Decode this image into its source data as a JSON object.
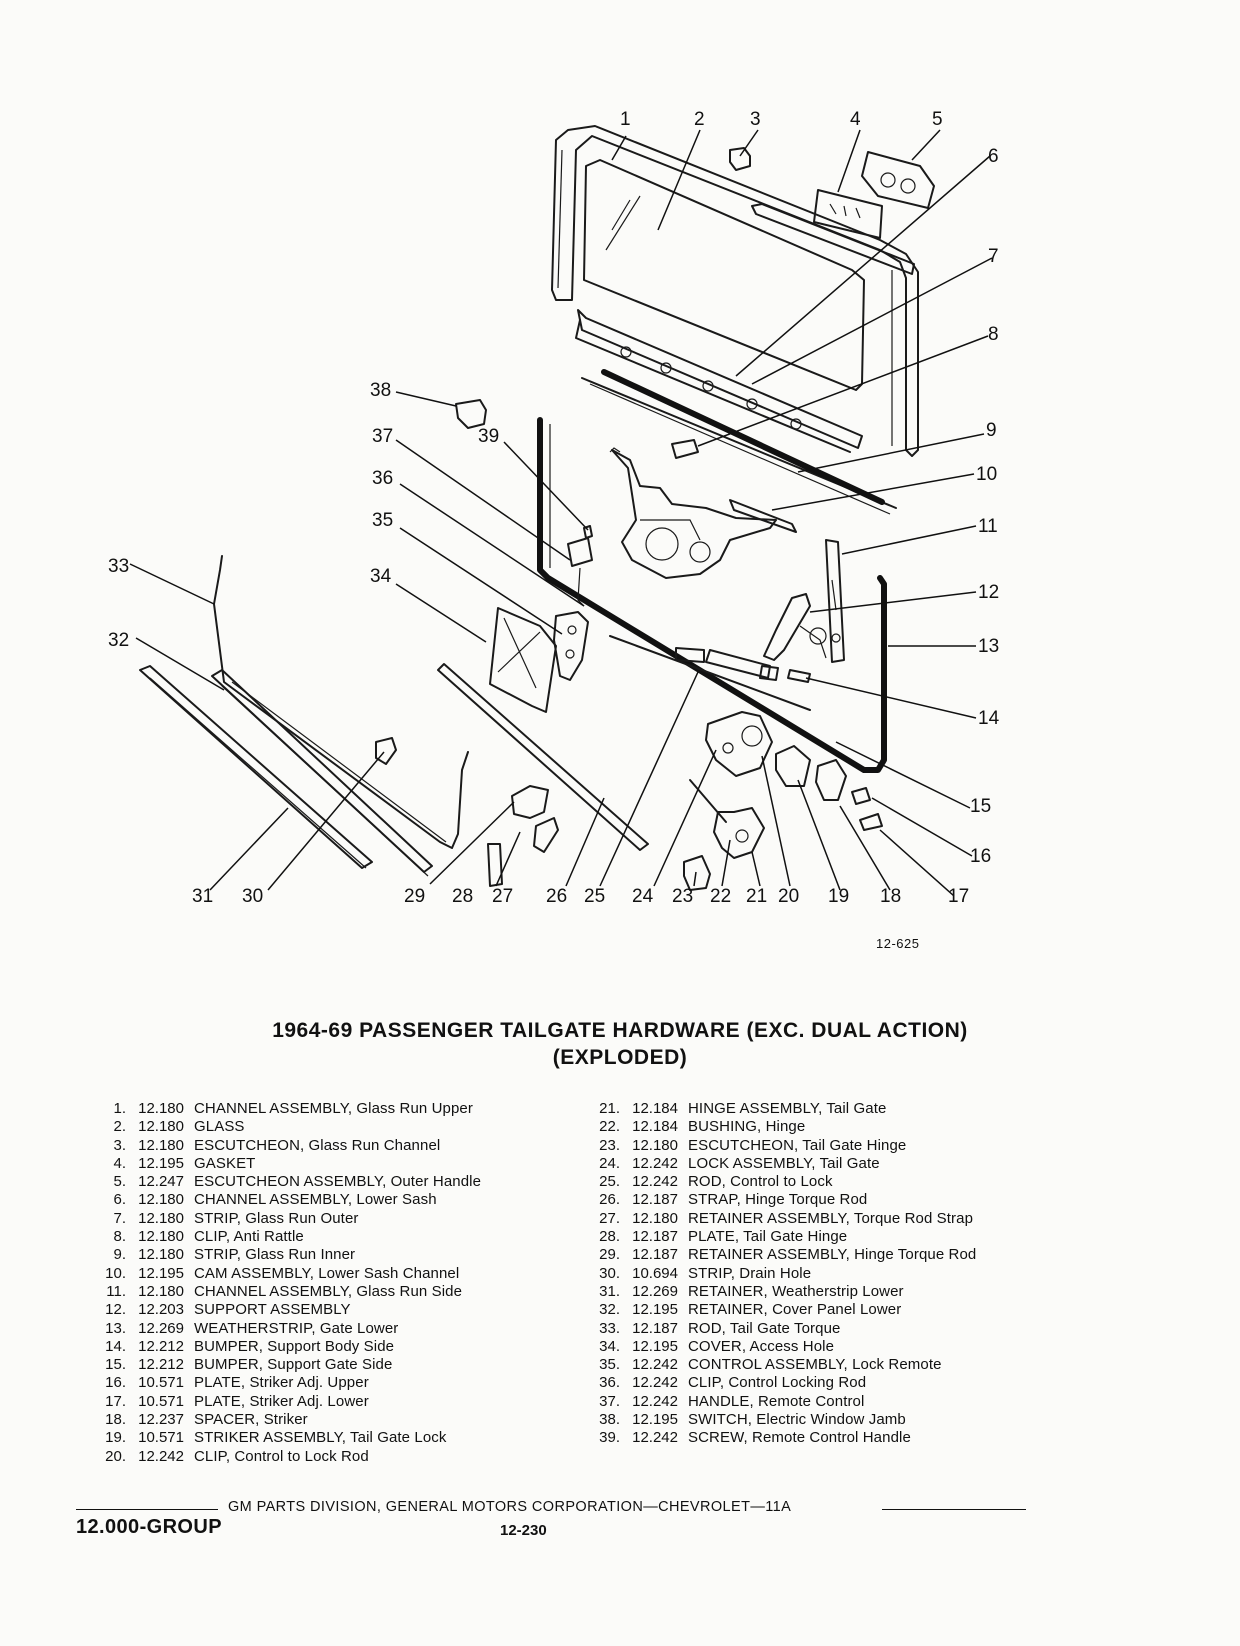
{
  "figure": {
    "code": "12-625",
    "title_line1": "1964-69 PASSENGER TAILGATE HARDWARE (EXC. DUAL ACTION)",
    "title_line2": "(EXPLODED)",
    "callouts": [
      "1",
      "2",
      "3",
      "4",
      "5",
      "6",
      "7",
      "8",
      "9",
      "10",
      "11",
      "12",
      "13",
      "14",
      "15",
      "16",
      "17",
      "18",
      "19",
      "20",
      "21",
      "22",
      "23",
      "24",
      "25",
      "26",
      "27",
      "28",
      "29",
      "30",
      "31",
      "32",
      "33",
      "34",
      "35",
      "36",
      "37",
      "38",
      "39"
    ]
  },
  "parts_left": [
    {
      "num": "1.",
      "code": "12.180",
      "desc": "CHANNEL ASSEMBLY, Glass Run Upper"
    },
    {
      "num": "2.",
      "code": "12.180",
      "desc": "GLASS"
    },
    {
      "num": "3.",
      "code": "12.180",
      "desc": "ESCUTCHEON, Glass Run Channel"
    },
    {
      "num": "4.",
      "code": "12.195",
      "desc": "GASKET"
    },
    {
      "num": "5.",
      "code": "12.247",
      "desc": "ESCUTCHEON ASSEMBLY, Outer Handle"
    },
    {
      "num": "6.",
      "code": "12.180",
      "desc": "CHANNEL ASSEMBLY, Lower Sash"
    },
    {
      "num": "7.",
      "code": "12.180",
      "desc": "STRIP, Glass Run Outer"
    },
    {
      "num": "8.",
      "code": "12.180",
      "desc": "CLIP, Anti Rattle"
    },
    {
      "num": "9.",
      "code": "12.180",
      "desc": "STRIP, Glass Run Inner"
    },
    {
      "num": "10.",
      "code": "12.195",
      "desc": "CAM ASSEMBLY, Lower Sash Channel"
    },
    {
      "num": "11.",
      "code": "12.180",
      "desc": "CHANNEL ASSEMBLY, Glass Run Side"
    },
    {
      "num": "12.",
      "code": "12.203",
      "desc": "SUPPORT ASSEMBLY"
    },
    {
      "num": "13.",
      "code": "12.269",
      "desc": "WEATHERSTRIP, Gate Lower"
    },
    {
      "num": "14.",
      "code": "12.212",
      "desc": "BUMPER, Support Body Side"
    },
    {
      "num": "15.",
      "code": "12.212",
      "desc": "BUMPER, Support Gate Side"
    },
    {
      "num": "16.",
      "code": "10.571",
      "desc": "PLATE, Striker Adj. Upper"
    },
    {
      "num": "17.",
      "code": "10.571",
      "desc": "PLATE, Striker Adj. Lower"
    },
    {
      "num": "18.",
      "code": "12.237",
      "desc": "SPACER, Striker"
    },
    {
      "num": "19.",
      "code": "10.571",
      "desc": "STRIKER ASSEMBLY, Tail Gate Lock"
    },
    {
      "num": "20.",
      "code": "12.242",
      "desc": "CLIP, Control to Lock Rod"
    }
  ],
  "parts_right": [
    {
      "num": "21.",
      "code": "12.184",
      "desc": "HINGE ASSEMBLY, Tail Gate"
    },
    {
      "num": "22.",
      "code": "12.184",
      "desc": "BUSHING, Hinge"
    },
    {
      "num": "23.",
      "code": "12.180",
      "desc": "ESCUTCHEON, Tail Gate Hinge"
    },
    {
      "num": "24.",
      "code": "12.242",
      "desc": "LOCK ASSEMBLY, Tail Gate"
    },
    {
      "num": "25.",
      "code": "12.242",
      "desc": "ROD, Control to Lock"
    },
    {
      "num": "26.",
      "code": "12.187",
      "desc": "STRAP, Hinge Torque Rod"
    },
    {
      "num": "27.",
      "code": "12.180",
      "desc": "RETAINER ASSEMBLY, Torque Rod Strap"
    },
    {
      "num": "28.",
      "code": "12.187",
      "desc": "PLATE, Tail Gate Hinge"
    },
    {
      "num": "29.",
      "code": "12.187",
      "desc": "RETAINER ASSEMBLY, Hinge Torque Rod"
    },
    {
      "num": "30.",
      "code": "10.694",
      "desc": "STRIP, Drain Hole"
    },
    {
      "num": "31.",
      "code": "12.269",
      "desc": "RETAINER, Weatherstrip Lower"
    },
    {
      "num": "32.",
      "code": "12.195",
      "desc": "RETAINER, Cover Panel Lower"
    },
    {
      "num": "33.",
      "code": "12.187",
      "desc": "ROD, Tail Gate Torque"
    },
    {
      "num": "34.",
      "code": "12.195",
      "desc": "COVER, Access Hole"
    },
    {
      "num": "35.",
      "code": "12.242",
      "desc": "CONTROL ASSEMBLY, Lock Remote"
    },
    {
      "num": "36.",
      "code": "12.242",
      "desc": "CLIP, Control Locking Rod"
    },
    {
      "num": "37.",
      "code": "12.242",
      "desc": "HANDLE, Remote Control"
    },
    {
      "num": "38.",
      "code": "12.195",
      "desc": "SWITCH, Electric Window Jamb"
    },
    {
      "num": "39.",
      "code": "12.242",
      "desc": "SCREW, Remote Control Handle"
    }
  ],
  "footer": {
    "text": "GM PARTS DIVISION, GENERAL MOTORS CORPORATION—CHEVROLET—11A",
    "group": "12.000-GROUP",
    "page": "12-230"
  }
}
